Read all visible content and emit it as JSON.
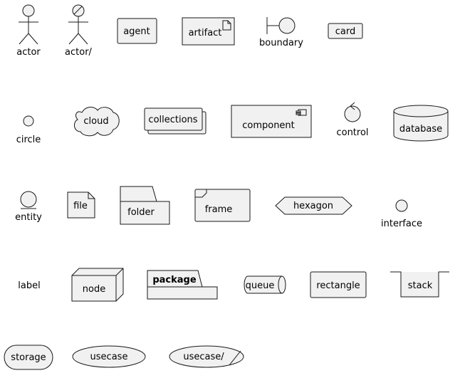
{
  "colors": {
    "fill": "#F1F1F1",
    "stroke": "#181818",
    "background": "#FFFFFF",
    "text": "#000000"
  },
  "elements": {
    "actor": "actor",
    "actor_business": "actor/",
    "agent": "agent",
    "artifact": "artifact",
    "boundary": "boundary",
    "card": "card",
    "circle": "circle",
    "cloud": "cloud",
    "collections": "collections",
    "component": "component",
    "control": "control",
    "database": "database",
    "entity": "entity",
    "file": "file",
    "folder": "folder",
    "frame": "frame",
    "hexagon": "hexagon",
    "interface": "interface",
    "label": "label",
    "node": "node",
    "package": "package",
    "queue": "queue",
    "rectangle": "rectangle",
    "stack": "stack",
    "storage": "storage",
    "usecase": "usecase",
    "usecase_business": "usecase/"
  }
}
